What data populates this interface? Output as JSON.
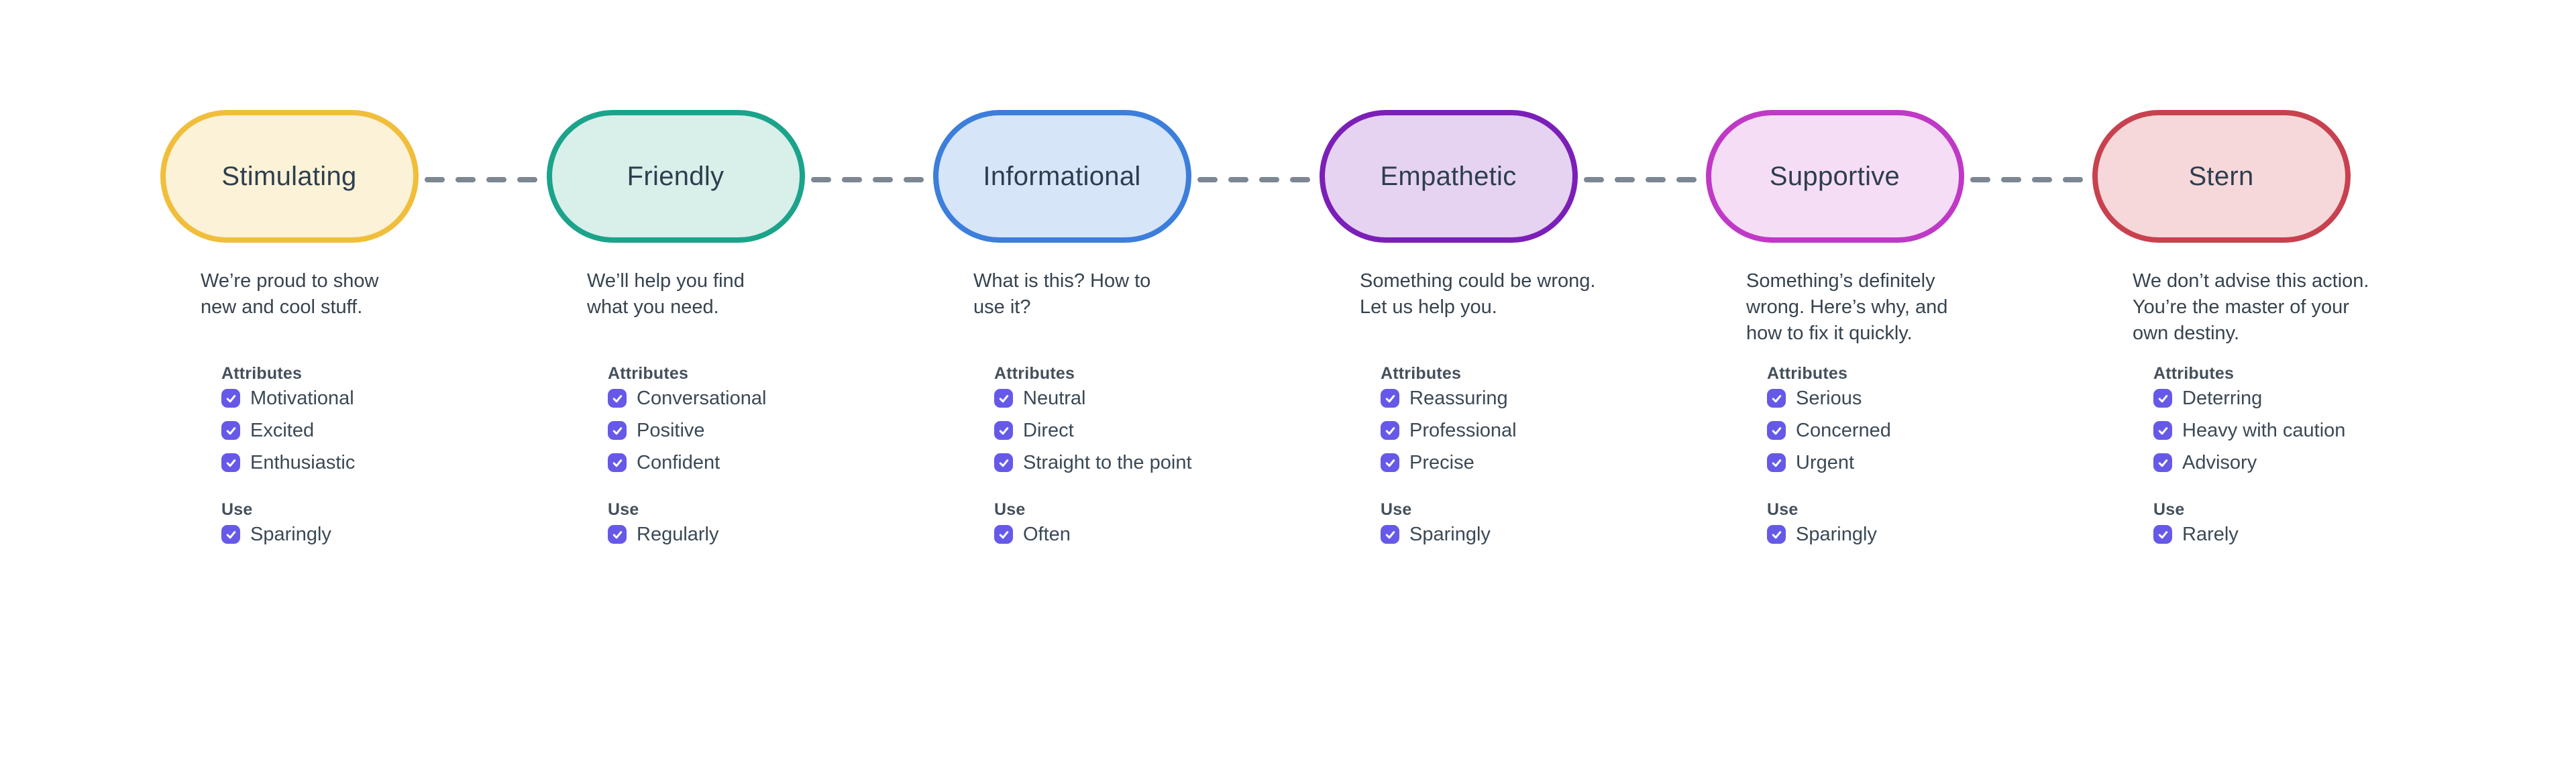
{
  "labels": {
    "attributes_title": "Attributes",
    "use_title": "Use"
  },
  "palette": {
    "background": "#FFFFFF",
    "pill_label_text": "#2E3E4E",
    "body_text": "#36434F",
    "section_header_text": "#44505C",
    "checkbox": "#6659E8",
    "checkmark": "#FFFFFF",
    "connector": "#7C8791"
  },
  "columns": [
    {
      "label": "Stimulating",
      "fill": "#FBF2D7",
      "border": "#F1BE3B",
      "pill_style": "background:#FBF2D7;border-color:#F1BE3B",
      "description_lines": [
        "We’re proud to show",
        "new and cool stuff."
      ],
      "attributes": [
        "Motivational",
        "Excited",
        "Enthusiastic"
      ],
      "use": "Sparingly"
    },
    {
      "label": "Friendly",
      "fill": "#D8EFEA",
      "border": "#1BA38B",
      "pill_style": "background:#D8EFEA;border-color:#1BA38B",
      "description_lines": [
        "We’ll help you find",
        "what you need."
      ],
      "attributes": [
        "Conversational",
        "Positive",
        "Confident"
      ],
      "use": "Regularly"
    },
    {
      "label": "Informational",
      "fill": "#D6E5F8",
      "border": "#3C7EDB",
      "pill_style": "background:#D6E5F8;border-color:#3C7EDB",
      "description_lines": [
        "What is this? How to",
        "use it?"
      ],
      "attributes": [
        "Neutral",
        "Direct",
        "Straight to the point"
      ],
      "use": "Often"
    },
    {
      "label": "Empathetic",
      "fill": "#E5D3F1",
      "border": "#7B1FB8",
      "pill_style": "background:#E5D3F1;border-color:#7B1FB8",
      "description_lines": [
        "Something could be wrong.",
        "Let us help you."
      ],
      "attributes": [
        "Reassuring",
        "Professional",
        "Precise"
      ],
      "use": "Sparingly"
    },
    {
      "label": "Supportive",
      "fill": "#F6DDF6",
      "border": "#BF39C6",
      "pill_style": "background:#F6DDF6;border-color:#BF39C6",
      "description_lines": [
        "Something’s definitely",
        "wrong. Here’s why, and",
        "how to fix it quickly."
      ],
      "attributes": [
        "Serious",
        "Concerned",
        "Urgent"
      ],
      "use": "Sparingly"
    },
    {
      "label": "Stern",
      "fill": "#F6D8DA",
      "border": "#C8414F",
      "pill_style": "background:#F6D8DA;border-color:#C8414F",
      "description_lines": [
        "We don’t advise this action.",
        "You’re the master of your",
        "own destiny."
      ],
      "attributes": [
        "Deterring",
        "Heavy with caution",
        "Advisory"
      ],
      "use": "Rarely"
    }
  ]
}
